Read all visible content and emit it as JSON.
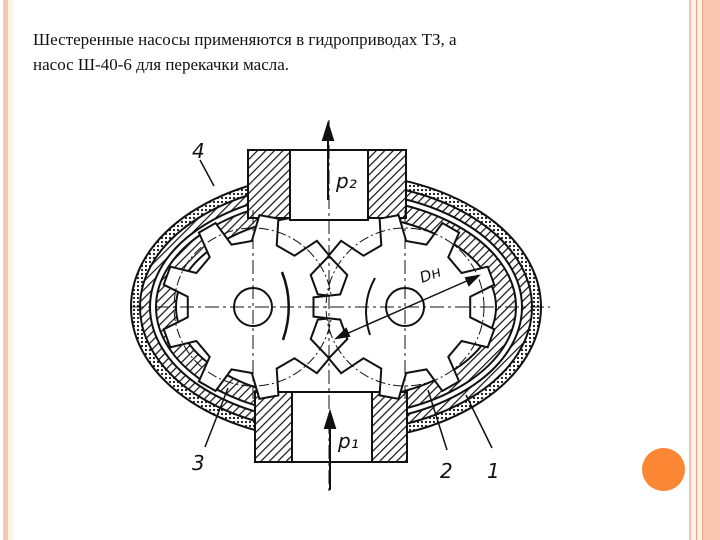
{
  "slide": {
    "caption_lines": [
      "Шестеренные насосы применяются в гидроприводах ТЗ, а",
      "насос Ш-40-6 для перекачки масла."
    ]
  },
  "diagram": {
    "labels": {
      "part_4": "4",
      "outlet_pressure": "p₂",
      "diameter": "Dн",
      "inlet_pressure": "p₁",
      "part_3": "3",
      "part_2": "2",
      "part_1": "1"
    }
  },
  "colors": {
    "accent_orange": "#fb8633",
    "strip_salmon": "#fbc6b0",
    "strip_line": "#f4a07c",
    "strip_cream": "#fff3e8",
    "ink": "#111111"
  }
}
